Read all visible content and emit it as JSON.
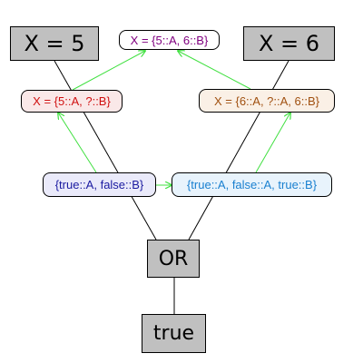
{
  "nodes": {
    "x5": {
      "label": "X = 5"
    },
    "x6": {
      "label": "X = 6"
    },
    "or": {
      "label": "OR"
    },
    "true": {
      "label": "true"
    }
  },
  "sets": {
    "top": {
      "label": "X = {5::A, 6::B}",
      "color": "#800080",
      "fill": "#ffffff"
    },
    "left": {
      "label": "X = {5::A, ?::B}",
      "color": "#d01010",
      "fill": "#fae8e8"
    },
    "right": {
      "label": "X = {6::A, ?::A, 6::B}",
      "color": "#a05010",
      "fill": "#faf0e6"
    },
    "bottom_left": {
      "label": "{true::A, false::B}",
      "color": "#1a1aa0",
      "fill": "#eaeafa"
    },
    "bottom_right": {
      "label": "{true::A, false::A, true::B}",
      "color": "#1a80d0",
      "fill": "#e8f3fc"
    }
  },
  "colors": {
    "arrow": "#40e040",
    "wire": "#000000",
    "box_fill": "#c0c0c0"
  }
}
